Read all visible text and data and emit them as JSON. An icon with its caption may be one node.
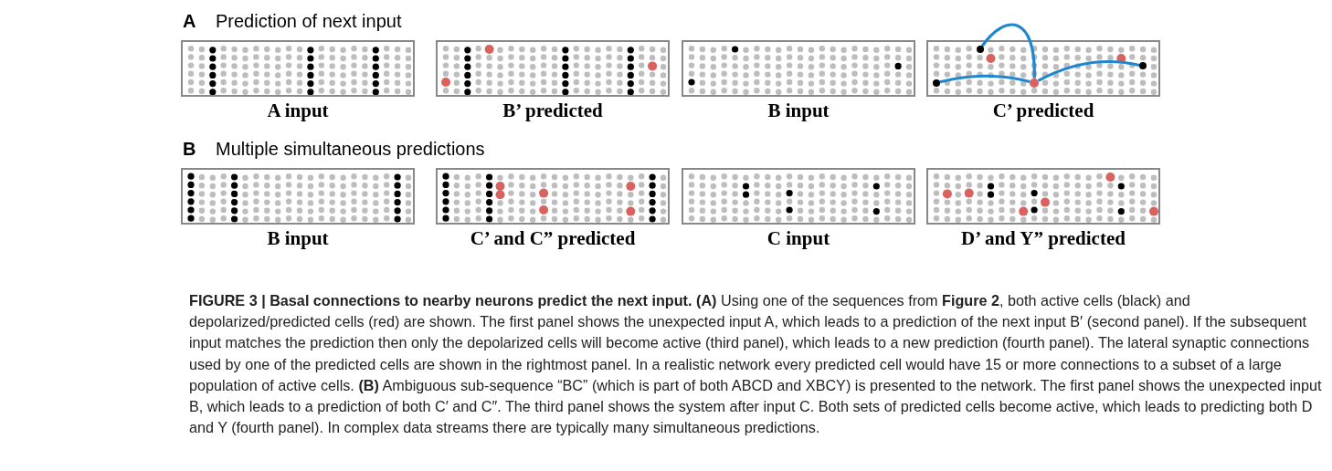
{
  "diagram": {
    "caption": "**FIGURE 3 | Basal connections to nearby neurons predict the next input. (A)** Using one of the sequences from **Figure 2**, both active cells (black) and depolarized/predicted cells (red) are shown. The first panel shows the unexpected input A, which leads to a prediction of the next input B′ (second panel). If the subsequent input matches the prediction then only the depolarized cells will become active (third panel), which leads to a new prediction (fourth panel). The lateral synaptic connections used by one of the predicted cells are shown in the rightmost panel. In a realistic network every predicted cell would have 15 or more connections to a subset of a large population of active cells. **(B)** Ambiguous sub-sequence “BC” (which is part of both ABCD and XBCY) is presented to the network. The first panel shows the unexpected input B, which leads to a prediction of both C′ and C″. The third panel shows the system after input C. Both sets of predicted cells become active, which leads to predicting both D and Y (fourth panel). In complex data streams there are typically many simultaneous predictions.",
    "nodes": [
      {
        "text": [
          "A input"
        ]
      },
      {
        "text": [
          "B’ predicted"
        ]
      },
      {
        "text": [
          "B input"
        ]
      },
      {
        "text": [
          "C’ predicted"
        ]
      },
      {
        "text": [
          "B input"
        ]
      },
      {
        "text": [
          "C’ and C” predicted"
        ]
      },
      {
        "text": [
          "C input"
        ]
      },
      {
        "text": [
          "D’ and Y” predicted"
        ]
      },
      {
        "text": [],
        "shape": "circle",
        "in": 3
      },
      {
        "text": [],
        "shape": "circle",
        "in": 3
      },
      {
        "text": [],
        "shape": "circle",
        "in": 3
      },
      {
        "text": [],
        "shape": "circle",
        "in": 3
      }
    ],
    "edges": [
      {
        "from": 10,
        "to": 8,
        "arrow": "none"
      },
      {
        "from": 10,
        "to": 9,
        "arrow": "none"
      },
      {
        "from": 10,
        "to": 11,
        "arrow": "none"
      }
    ],
    "labels": [
      "A",
      "Prediction of next input",
      "B",
      "Multiple simultaneous predictions"
    ]
  }
}
